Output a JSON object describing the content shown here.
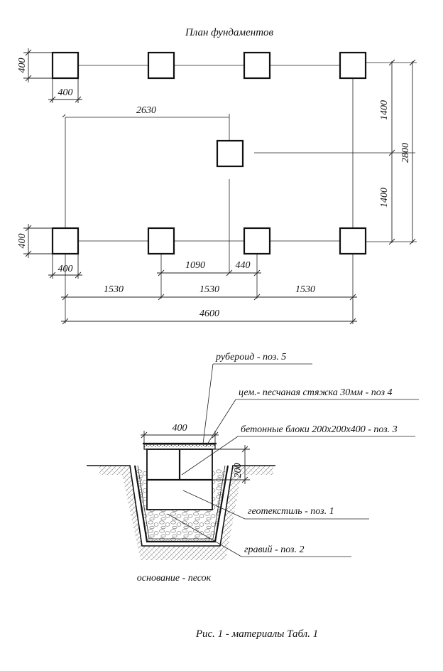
{
  "plan": {
    "title": "План фундаментов",
    "dims": {
      "pile_height_top": "400",
      "pile_width_top": "400",
      "offset_center": "2630",
      "half_span_upper": "1400",
      "half_span_lower": "1400",
      "total_height": "2800",
      "pile_height_bottom": "400",
      "pile_width_bottom": "400",
      "seg_1090": "1090",
      "seg_440": "440",
      "span_1": "1530",
      "span_2": "1530",
      "span_3": "1530",
      "total_width": "4600"
    }
  },
  "section": {
    "width_dim": "400",
    "height_dim": "200",
    "labels": {
      "pos5": "рубероид  - поз. 5",
      "pos4": "цем.- песчаная стяжка 30мм  - поз 4",
      "pos3": "бетонные блоки 200х200х400 - поз. 3",
      "pos1": "геотекстиль - поз. 1",
      "pos2": "гравий  - поз. 2",
      "base": "основание - песок"
    }
  },
  "caption": "Рис. 1 - материалы Табл. 1"
}
